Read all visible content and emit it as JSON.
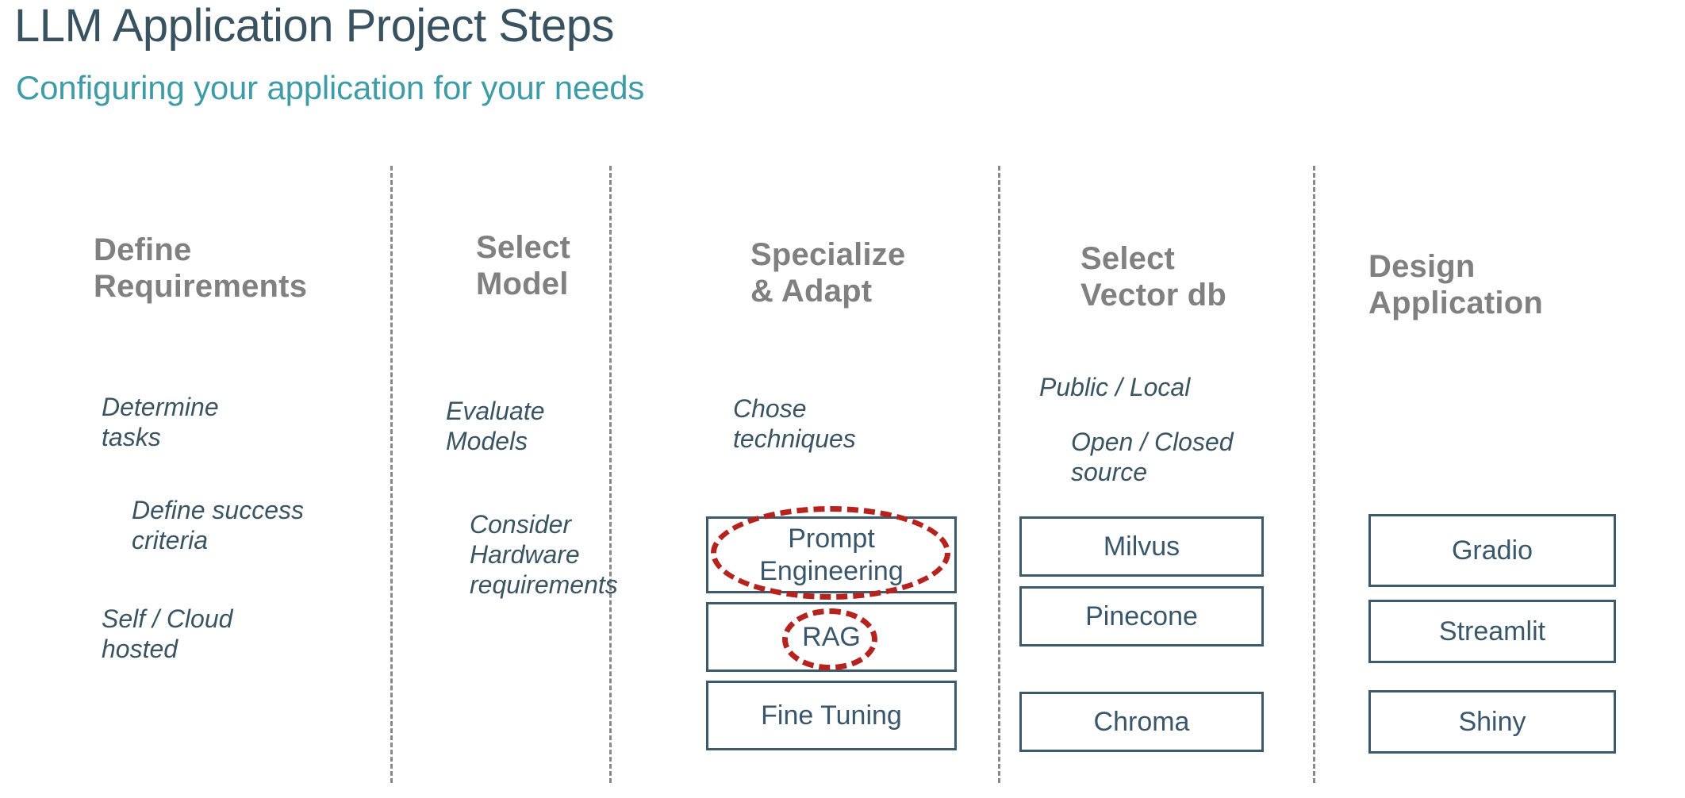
{
  "header": {
    "title": "LLM Application Project Steps",
    "subtitle": "Configuring your application for your needs"
  },
  "colors": {
    "title": "#395260",
    "subtitle": "#3E9BA8",
    "heading": "#808080",
    "body": "#3A5462",
    "box_border": "#3D5A6C",
    "box_text": "#39566A",
    "divider": "#888888",
    "annotation": "#B5231F"
  },
  "columns": [
    {
      "id": "define-requirements",
      "heading": "Define\nRequirements",
      "bullets": [
        {
          "text": "Determine\ntasks",
          "indent": 0
        },
        {
          "text": "Define success\ncriteria",
          "indent": 1
        },
        {
          "text": "Self / Cloud\nhosted",
          "indent": 0
        }
      ],
      "boxes": []
    },
    {
      "id": "select-model",
      "heading": "Select\nModel",
      "bullets": [
        {
          "text": "Evaluate\nModels",
          "indent": 0
        },
        {
          "text": "Consider\nHardware\nrequirements",
          "indent": 1
        }
      ],
      "boxes": []
    },
    {
      "id": "specialize-adapt",
      "heading": "Specialize\n& Adapt",
      "bullets": [
        {
          "text": "Chose\ntechniques",
          "indent": 0
        }
      ],
      "boxes": [
        {
          "label": "Prompt\nEngineering",
          "annotated": true
        },
        {
          "label": "RAG",
          "annotated": true
        },
        {
          "label": "Fine Tuning",
          "annotated": false
        }
      ]
    },
    {
      "id": "select-vector-db",
      "heading": "Select\nVector db",
      "bullets": [
        {
          "text": "Public / Local",
          "indent": 0
        },
        {
          "text": "Open / Closed\nsource",
          "indent": 1
        }
      ],
      "boxes": [
        {
          "label": "Milvus",
          "annotated": false
        },
        {
          "label": "Pinecone",
          "annotated": false
        },
        {
          "label": "Chroma",
          "annotated": false
        }
      ]
    },
    {
      "id": "design-application",
      "heading": "Design\nApplication",
      "bullets": [],
      "boxes": [
        {
          "label": "Gradio",
          "annotated": false
        },
        {
          "label": "Streamlit",
          "annotated": false
        },
        {
          "label": "Shiny",
          "annotated": false
        }
      ]
    }
  ],
  "annotations": [
    {
      "target": "Prompt Engineering",
      "shape": "dashed-ellipse"
    },
    {
      "target": "RAG",
      "shape": "dashed-ellipse"
    }
  ]
}
